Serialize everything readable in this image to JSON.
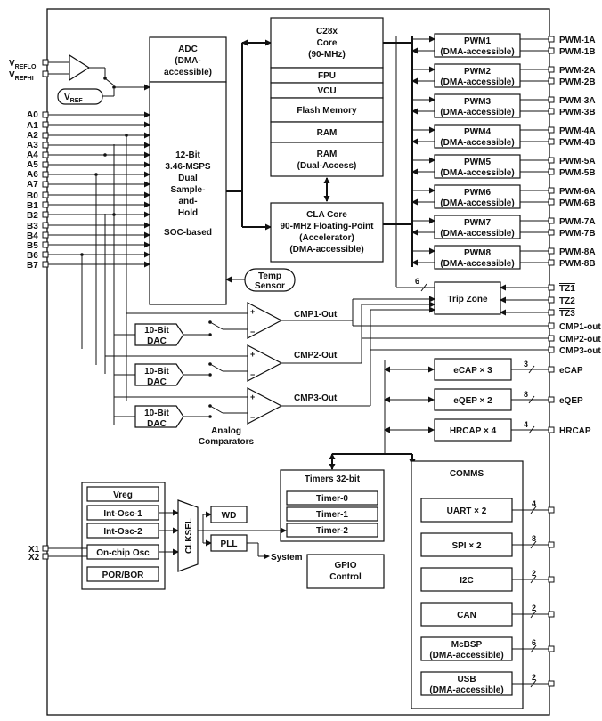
{
  "inputs": {
    "vreflo": "V",
    "vreflo_sub": "REFLO",
    "vrefhi": "V",
    "vrefhi_sub": "REFHI",
    "vref": "V",
    "vref_sub": "REF",
    "analog_pins": [
      "A0",
      "A1",
      "A2",
      "A3",
      "A4",
      "A5",
      "A6",
      "A7",
      "B0",
      "B1",
      "B2",
      "B3",
      "B4",
      "B5",
      "B6",
      "B7"
    ],
    "x1": "X1",
    "x2": "X2"
  },
  "adc": {
    "title_lines": [
      "ADC",
      "(DMA-",
      "accessible)"
    ],
    "body_lines": [
      "12-Bit",
      "3.46-MSPS",
      "Dual",
      "Sample-",
      "and-",
      "Hold",
      "",
      "SOC-based"
    ]
  },
  "core": {
    "c28x_lines": [
      "C28x",
      "Core",
      "(90-MHz)"
    ],
    "fpu": "FPU",
    "vcu": "VCU",
    "flash": "Flash Memory",
    "ram": "RAM",
    "ram_dual_lines": [
      "RAM",
      "(Dual-Access)"
    ],
    "cla_lines": [
      "CLA Core",
      "90-MHz Floating-Point",
      "(Accelerator)",
      "(DMA-accessible)"
    ]
  },
  "temp_sensor_lines": [
    "Temp",
    "Sensor"
  ],
  "pwm": [
    {
      "name": "PWM1",
      "sub": "(DMA-accessible)",
      "pin_a": "PWM-1A",
      "pin_b": "PWM-1B"
    },
    {
      "name": "PWM2",
      "sub": "(DMA-accessible)",
      "pin_a": "PWM-2A",
      "pin_b": "PWM-2B"
    },
    {
      "name": "PWM3",
      "sub": "(DMA-accessible)",
      "pin_a": "PWM-3A",
      "pin_b": "PWM-3B"
    },
    {
      "name": "PWM4",
      "sub": "(DMA-accessible)",
      "pin_a": "PWM-4A",
      "pin_b": "PWM-4B"
    },
    {
      "name": "PWM5",
      "sub": "(DMA-accessible)",
      "pin_a": "PWM-5A",
      "pin_b": "PWM-5B"
    },
    {
      "name": "PWM6",
      "sub": "(DMA-accessible)",
      "pin_a": "PWM-6A",
      "pin_b": "PWM-6B"
    },
    {
      "name": "PWM7",
      "sub": "(DMA-accessible)",
      "pin_a": "PWM-7A",
      "pin_b": "PWM-7B"
    },
    {
      "name": "PWM8",
      "sub": "(DMA-accessible)",
      "pin_a": "PWM-8A",
      "pin_b": "PWM-8B"
    }
  ],
  "trip_zone": {
    "label": "Trip Zone",
    "bus_width": "6",
    "pins": [
      "TZ1",
      "TZ2",
      "TZ3"
    ]
  },
  "comparators": {
    "dac_lines": [
      "10-Bit",
      "DAC"
    ],
    "outputs": [
      "CMP1-Out",
      "CMP2-Out",
      "CMP3-Out"
    ],
    "pins": [
      "CMP1-out",
      "CMP2-out",
      "CMP3-out"
    ],
    "caption_lines": [
      "Analog",
      "Comparators"
    ]
  },
  "capture": [
    {
      "label": "eCAP × 3",
      "width": "3",
      "pin": "eCAP"
    },
    {
      "label": "eQEP × 2",
      "width": "8",
      "pin": "eQEP"
    },
    {
      "label": "HRCAP × 4",
      "width": "4",
      "pin": "HRCAP"
    }
  ],
  "timers": {
    "title": "Timers 32-bit",
    "items": [
      "Timer-0",
      "Timer-1",
      "Timer-2"
    ]
  },
  "clock": {
    "items": [
      "Vreg",
      "Int-Osc-1",
      "Int-Osc-2",
      "On-chip Osc",
      "POR/BOR"
    ],
    "clksel": "CLKSEL",
    "wd": "WD",
    "pll": "PLL",
    "system": "System"
  },
  "gpio_lines": [
    "GPIO",
    "Control"
  ],
  "comms": {
    "title": "COMMS",
    "items": [
      {
        "label": "UART × 2",
        "width": "4"
      },
      {
        "label": "SPI × 2",
        "width": "8"
      },
      {
        "label": "I2C",
        "width": "2"
      },
      {
        "label": "CAN",
        "width": "2"
      },
      {
        "label": "McBSP (DMA-accessible)",
        "width": "6"
      },
      {
        "label": "USB (DMA-accessible)",
        "width": "2"
      }
    ],
    "mcbsp_lines": [
      "McBSP",
      "(DMA-accessible)"
    ],
    "usb_lines": [
      "USB",
      "(DMA-accessible)"
    ]
  }
}
